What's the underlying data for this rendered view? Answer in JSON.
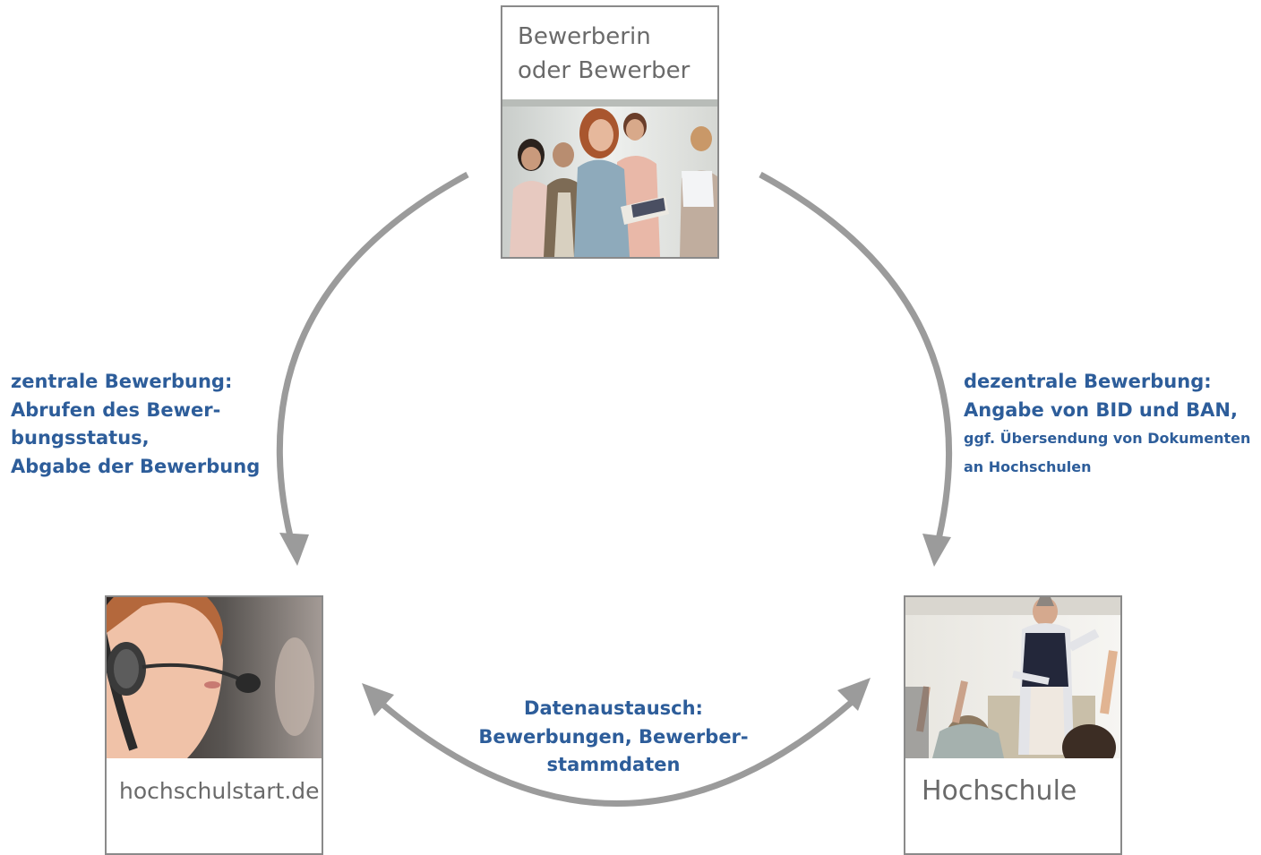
{
  "nodes": {
    "applicant": {
      "title_lines": [
        "Bewerberin",
        "oder Bewerber"
      ],
      "photo_icon": "group-of-students-photo"
    },
    "portal": {
      "title": "hochschulstart.de",
      "photo_icon": "call-center-agent-headset-photo"
    },
    "university": {
      "title": "Hochschule",
      "photo_icon": "lecturer-classroom-photo"
    }
  },
  "edges": {
    "central": {
      "lines": [
        "zentrale Bewerbung:",
        "Abrufen des Bewer-",
        "bungsstatus,",
        "Abgabe der Bewerbung"
      ]
    },
    "decentral": {
      "lines": [
        "dezentrale Bewerbung:",
        "Angabe von BID und BAN,"
      ],
      "small_lines": [
        "ggf. Übersendung von Dokumenten",
        "an Hochschulen"
      ]
    },
    "exchange": {
      "lines": [
        "Datenaustausch:",
        "Bewerbungen, Bewerber-",
        "stammdaten"
      ]
    }
  },
  "colors": {
    "arrow": "#9b9b9b",
    "label_text": "#2d5d9a",
    "card_border": "#8a8a8a",
    "card_title": "#6a6a6a"
  }
}
